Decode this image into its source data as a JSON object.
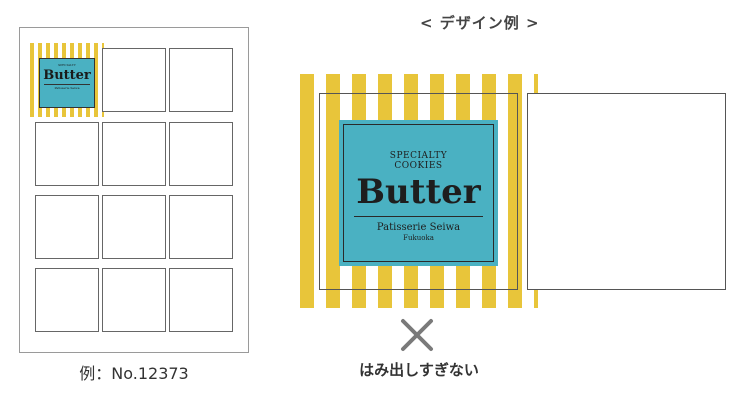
{
  "design_example_title": "< デザイン例 >",
  "left_caption": "例：No.12373",
  "right_caption": "はみ出しすぎない",
  "label": {
    "line1": "SPECIALTY",
    "line2": "COOKIES",
    "brand": "Butter",
    "shop": "Patisserie Seiwa",
    "city": "Fukuoka"
  },
  "colors": {
    "stripe": "#e8c53a",
    "label": "#4ab1c2",
    "cross": "#7a7a7a"
  },
  "icons": {
    "wrong": "cross-icon"
  }
}
